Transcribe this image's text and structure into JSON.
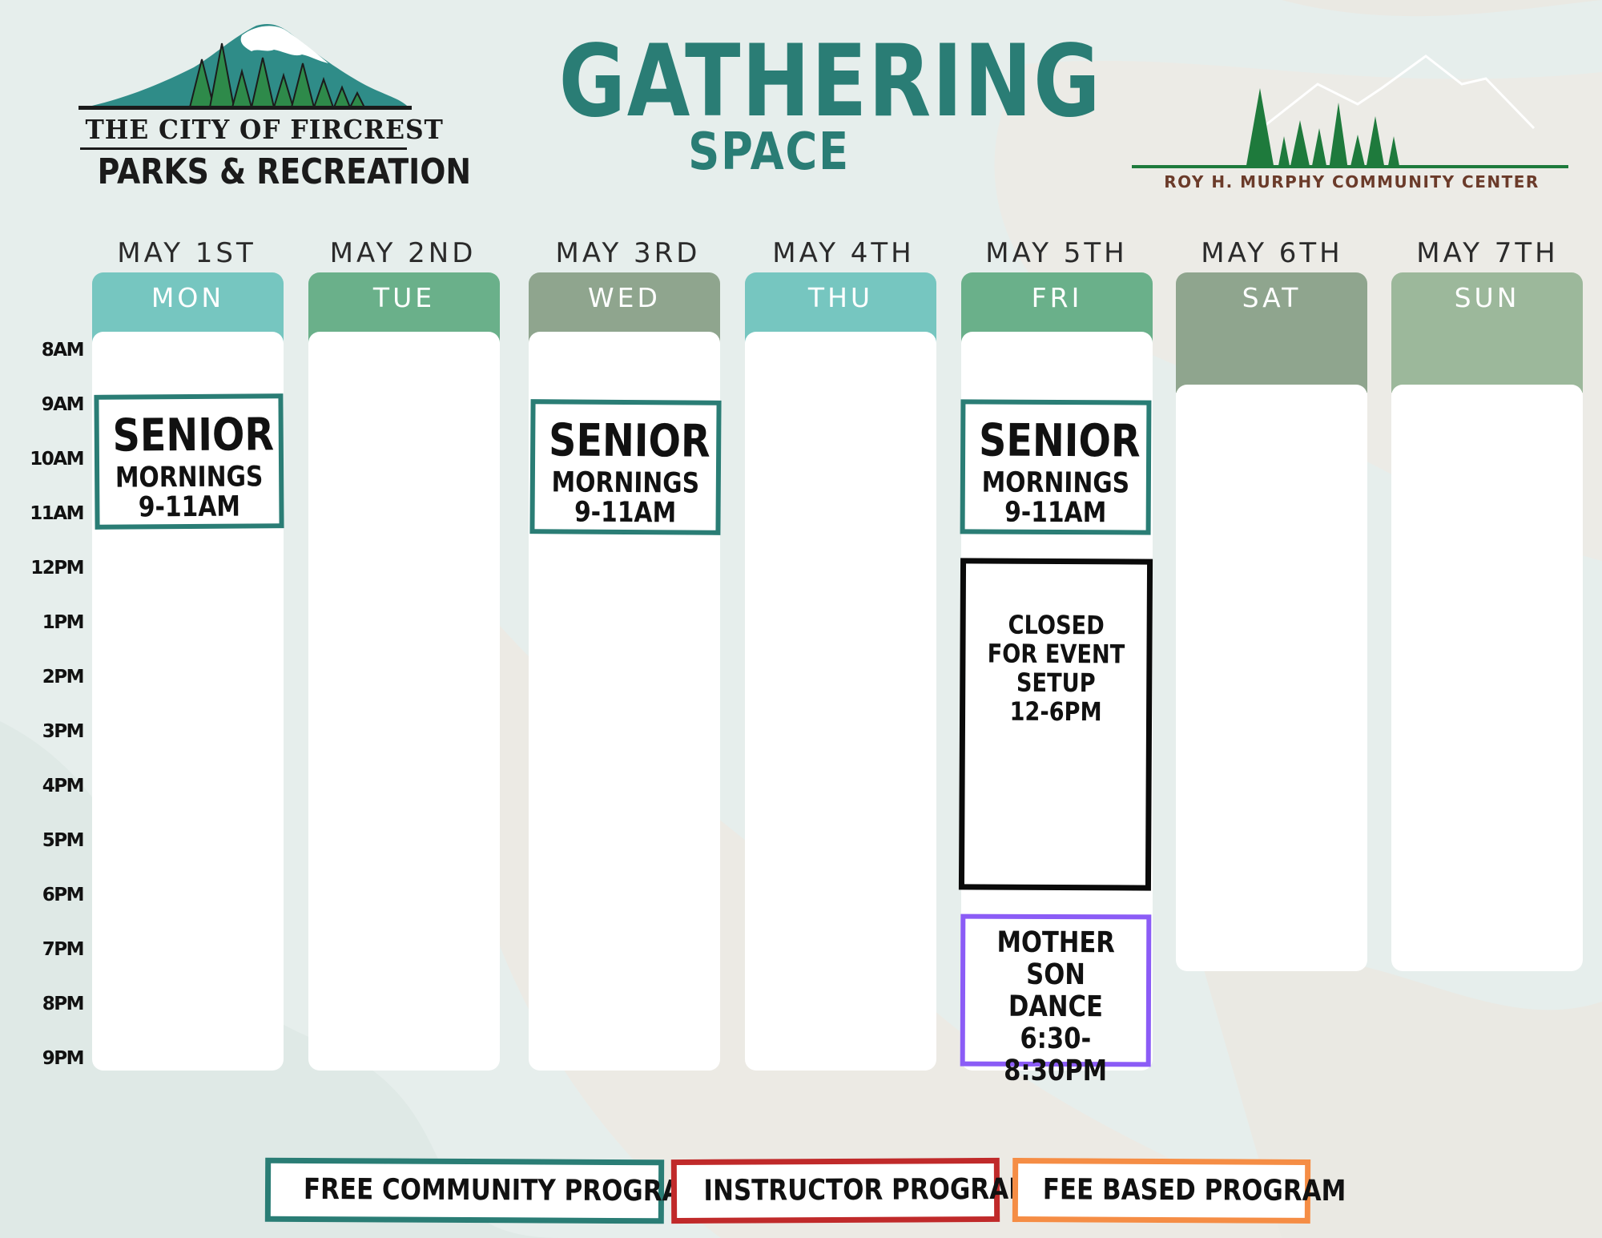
{
  "header": {
    "title": "GATHERING",
    "subtitle": "SPACE"
  },
  "logo_city": {
    "line1": "THE CITY OF FIRCREST",
    "line2": "PARKS & RECREATION"
  },
  "logo_center": {
    "caption": "ROY H. MURPHY COMMUNITY CENTER"
  },
  "days": [
    {
      "date": "MAY 1ST",
      "day": "MON",
      "tab_color": "#76c6c0"
    },
    {
      "date": "MAY 2ND",
      "day": "TUE",
      "tab_color": "#6ab08a"
    },
    {
      "date": "MAY 3RD",
      "day": "WED",
      "tab_color": "#8fa58e"
    },
    {
      "date": "MAY 4TH",
      "day": "THU",
      "tab_color": "#76c6c0"
    },
    {
      "date": "MAY 5TH",
      "day": "FRI",
      "tab_color": "#6ab08a"
    },
    {
      "date": "MAY 6TH",
      "day": "SAT",
      "tab_color": "#8fa58e"
    },
    {
      "date": "MAY 7TH",
      "day": "SUN",
      "tab_color": "#9cb89b"
    }
  ],
  "times": [
    "8AM",
    "9AM",
    "10AM",
    "11AM",
    "12PM",
    "1PM",
    "2PM",
    "3PM",
    "4PM",
    "5PM",
    "6PM",
    "7PM",
    "8PM",
    "9PM"
  ],
  "events": {
    "senior": {
      "title": "SENIOR",
      "subtitle": "MORNINGS",
      "time": "9-11AM"
    },
    "closed": {
      "line1": "CLOSED",
      "line2": "FOR EVENT",
      "line3": "SETUP",
      "line4": "12-6PM"
    },
    "dance": {
      "line1": "MOTHER",
      "line2": "SON",
      "line3": "DANCE",
      "line4": "6:30-8:30PM"
    }
  },
  "legend": {
    "free": "FREE COMMUNITY PROGRAM",
    "instructor": "INSTRUCTOR PROGRAM",
    "fee": "FEE BASED PROGRAM"
  },
  "colors": {
    "free_program": "#2a7d75",
    "instructor_program": "#c02a2a",
    "fee_program": "#f58d45",
    "special_event": "#8b5cf6",
    "closed": "#0a0a0a"
  }
}
